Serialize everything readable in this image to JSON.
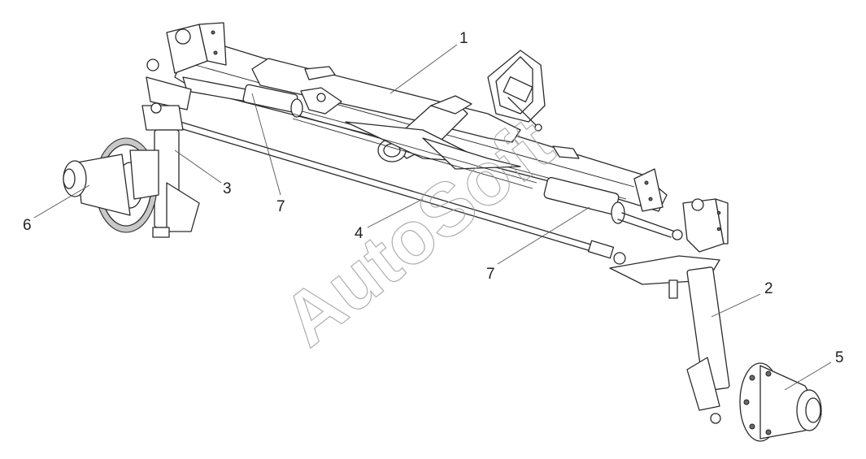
{
  "watermark": "AutoSoft",
  "callouts": [
    {
      "id": "1",
      "label": "1"
    },
    {
      "id": "2",
      "label": "2"
    },
    {
      "id": "3",
      "label": "3"
    },
    {
      "id": "4",
      "label": "4"
    },
    {
      "id": "5",
      "label": "5"
    },
    {
      "id": "6",
      "label": "6"
    },
    {
      "id": "7a",
      "label": "7"
    },
    {
      "id": "7b",
      "label": "7"
    }
  ]
}
